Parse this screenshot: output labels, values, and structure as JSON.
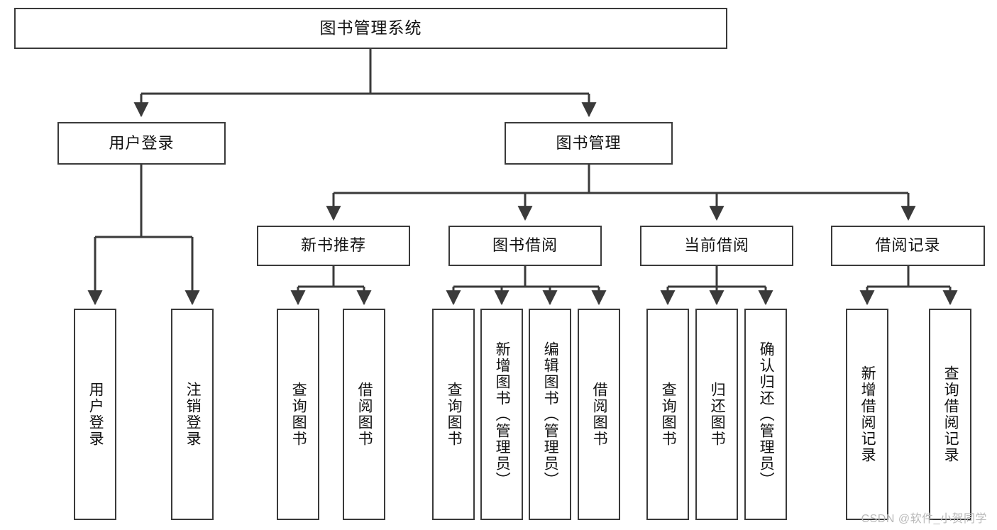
{
  "diagram": {
    "title": "图书管理系统",
    "watermark": "CSDN @软件_小贺同学",
    "colors": {
      "box_border": "#3a3a3a",
      "connector": "#3a3a3a",
      "background": "#ffffff",
      "text": "#111111",
      "watermark": "#b9b9b9"
    },
    "root": {
      "label": "图书管理系统"
    },
    "level2": [
      {
        "label": "用户登录"
      },
      {
        "label": "图书管理"
      }
    ],
    "level3": [
      {
        "label": "新书推荐"
      },
      {
        "label": "图书借阅"
      },
      {
        "label": "当前借阅"
      },
      {
        "label": "借阅记录"
      }
    ],
    "leaves": {
      "user_login": [
        {
          "label": "用户登录"
        },
        {
          "label": "注销登录"
        }
      ],
      "new_book_recommend": [
        {
          "label": "查询图书"
        },
        {
          "label": "借阅图书"
        }
      ],
      "book_borrow": [
        {
          "label": "查询图书"
        },
        {
          "label": "新增图书（管理员）"
        },
        {
          "label": "编辑图书（管理员）"
        },
        {
          "label": "借阅图书"
        }
      ],
      "current_borrow": [
        {
          "label": "查询图书"
        },
        {
          "label": "归还图书"
        },
        {
          "label": "确认归还（管理员）"
        }
      ],
      "borrow_record": [
        {
          "label": "新增借阅记录"
        },
        {
          "label": "查询借阅记录"
        }
      ]
    }
  }
}
